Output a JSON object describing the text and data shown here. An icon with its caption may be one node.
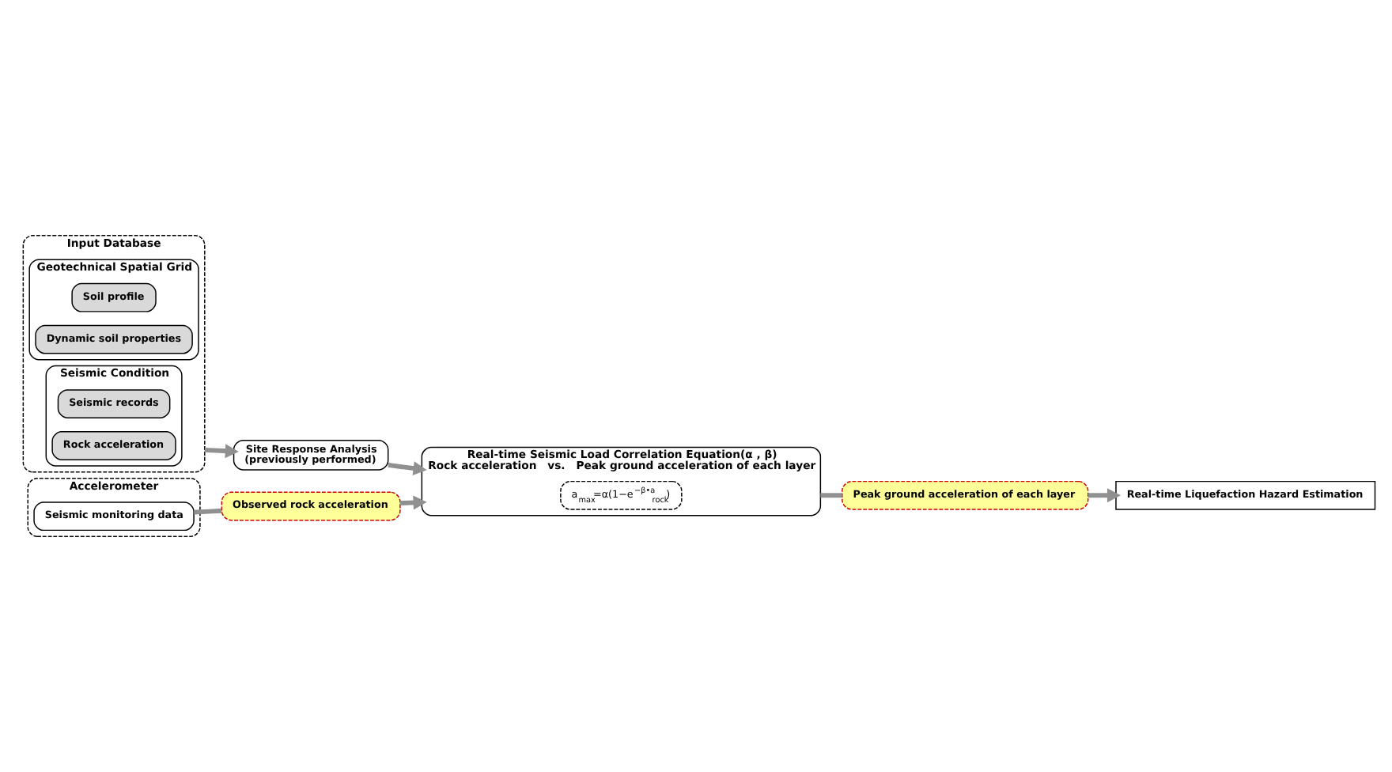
{
  "diagram": {
    "nodes": [
      {
        "text": [
          "Input Database"
        ]
      },
      {
        "text": [
          "Geotechnical Spatial Grid"
        ],
        "in": 0
      },
      {
        "text": [
          "Soil profile"
        ],
        "in": 1
      },
      {
        "text": [
          "Dynamic soil properties"
        ],
        "in": 1
      },
      {
        "text": [
          "Seismic Condition"
        ],
        "in": 0
      },
      {
        "text": [
          "Seismic records"
        ],
        "in": 4
      },
      {
        "text": [
          "Rock acceleration"
        ],
        "in": 4
      },
      {
        "text": [
          "Site Response Analysis",
          "(previously performed)"
        ]
      },
      {
        "text": [
          "Accelerometer"
        ]
      },
      {
        "text": [
          "Seismic monitoring data"
        ],
        "in": 8
      },
      {
        "text": [
          "Observed rock acceleration"
        ]
      },
      {
        "text": [
          "Real-time Seismic Load Correlation Equation(α , β)",
          "Rock acceleration",
          "vs.",
          "Peak ground acceleration of each layer"
        ]
      },
      {
        "text": [
          "a$_{max}$=α(1−e$^{−β•a}$$_{rock}$)"
        ],
        "in": 11
      },
      {
        "text": [
          "Peak ground acceleration of each layer"
        ]
      },
      {
        "text": [
          "Real-time Liquefaction Hazard Estimation"
        ]
      }
    ],
    "edges": [
      {
        "from": 0,
        "to": 7,
        "arrow": "to"
      },
      {
        "from": 7,
        "to": 11,
        "arrow": "to"
      },
      {
        "from": 9,
        "to": 10,
        "arrow": "none"
      },
      {
        "from": 10,
        "to": 11,
        "arrow": "to"
      },
      {
        "from": 11,
        "to": 13,
        "arrow": "none"
      },
      {
        "from": 13,
        "to": 14,
        "arrow": "to"
      }
    ]
  }
}
